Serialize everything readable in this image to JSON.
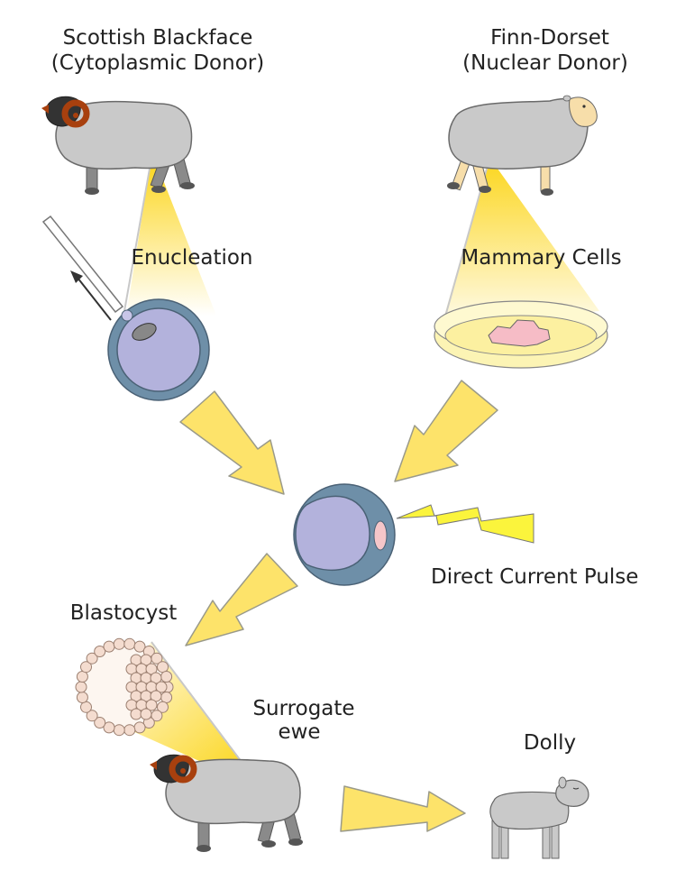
{
  "diagram": {
    "topic": "Dolly the sheep cloning process",
    "labels": {
      "blackface_title": "Scottish Blackface",
      "blackface_role": "(Cytoplasmic Donor)",
      "finn_title": "Finn-Dorset",
      "finn_role": "(Nuclear Donor)",
      "enucleation": "Enucleation",
      "mammary": "Mammary Cells",
      "pulse": "Direct Current Pulse",
      "blastocyst": "Blastocyst",
      "surrogate_1": "Surrogate",
      "surrogate_2": "ewe",
      "dolly": "Dolly"
    },
    "colors": {
      "arrow_fill": "#fde36a",
      "arrow_stroke": "#9a9a8a",
      "beam": "#fcd829",
      "cell_outer": "#6e8fa8",
      "cell_inner": "#b3b2dc",
      "nucleus": "#f5c6c9",
      "lightning": "#fbf43c",
      "wool": "#c9c9c9",
      "horn": "#a8400e",
      "blackface_head": "#333333",
      "finn_face": "#f7deaa",
      "dish": "#fcf4b4",
      "cell_sheet": "#f6bcc6",
      "blastomere": "#f4dccf",
      "text": "#222222"
    }
  }
}
